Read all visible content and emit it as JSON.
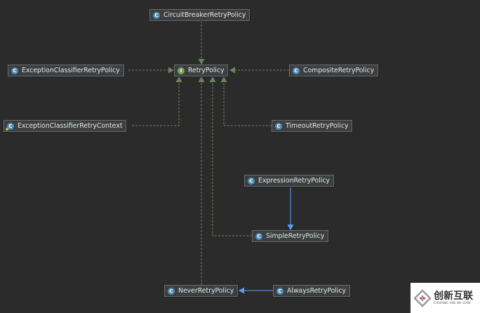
{
  "nodes": {
    "circuit_breaker": {
      "label": "CircuitBreakerRetryPolicy",
      "kind": "class"
    },
    "retry_policy": {
      "label": "RetryPolicy",
      "kind": "interface"
    },
    "exception_classifier": {
      "label": "ExceptionClassifierRetryPolicy",
      "kind": "class"
    },
    "composite": {
      "label": "CompositeRetryPolicy",
      "kind": "class"
    },
    "exception_context": {
      "label": "ExceptionClassifierRetryContext",
      "kind": "class"
    },
    "timeout": {
      "label": "TimeoutRetryPolicy",
      "kind": "class"
    },
    "expression": {
      "label": "ExpressionRetryPolicy",
      "kind": "class"
    },
    "simple": {
      "label": "SimpleRetryPolicy",
      "kind": "class"
    },
    "never": {
      "label": "NeverRetryPolicy",
      "kind": "class"
    },
    "always": {
      "label": "AlwaysRetryPolicy",
      "kind": "class"
    }
  },
  "badges": {
    "class": "C",
    "interface": "I"
  },
  "edges": [
    {
      "from": "circuit_breaker",
      "to": "retry_policy",
      "type": "implements"
    },
    {
      "from": "exception_classifier",
      "to": "retry_policy",
      "type": "implements"
    },
    {
      "from": "composite",
      "to": "retry_policy",
      "type": "implements"
    },
    {
      "from": "exception_context",
      "to": "retry_policy",
      "type": "implements"
    },
    {
      "from": "timeout",
      "to": "retry_policy",
      "type": "implements"
    },
    {
      "from": "simple",
      "to": "retry_policy",
      "type": "implements"
    },
    {
      "from": "never",
      "to": "retry_policy",
      "type": "implements"
    },
    {
      "from": "expression",
      "to": "simple",
      "type": "extends"
    },
    {
      "from": "always",
      "to": "never",
      "type": "extends"
    }
  ],
  "colors": {
    "background": "#2b2b2b",
    "implements_edge": "#6a8759",
    "extends_edge": "#589df6",
    "node_fill": "#3c3f41",
    "node_border": "#6b6b6b"
  },
  "watermark": {
    "text_cn": "创新互联",
    "text_en": "CHUANG XIN HU LIAN"
  }
}
